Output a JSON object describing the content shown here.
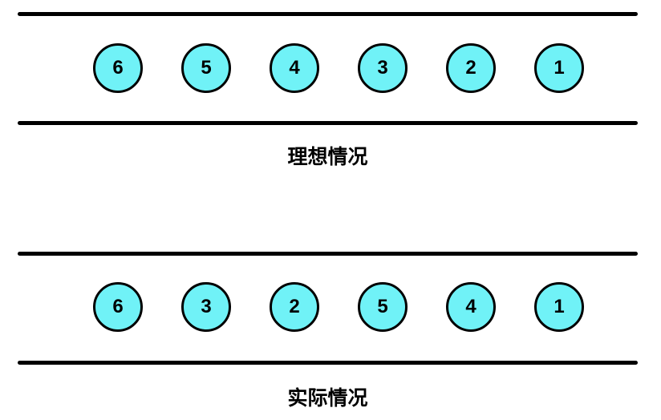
{
  "colors": {
    "background": "#FFFFFF",
    "line_color": "#000000",
    "circle_fill": "#70F2F7",
    "circle_border": "#000000",
    "text_color": "#000000"
  },
  "lanes": [
    {
      "caption": "理想情况",
      "circles": [
        "6",
        "5",
        "4",
        "3",
        "2",
        "1"
      ]
    },
    {
      "caption": "实际情况",
      "circles": [
        "6",
        "3",
        "2",
        "5",
        "4",
        "1"
      ]
    }
  ]
}
